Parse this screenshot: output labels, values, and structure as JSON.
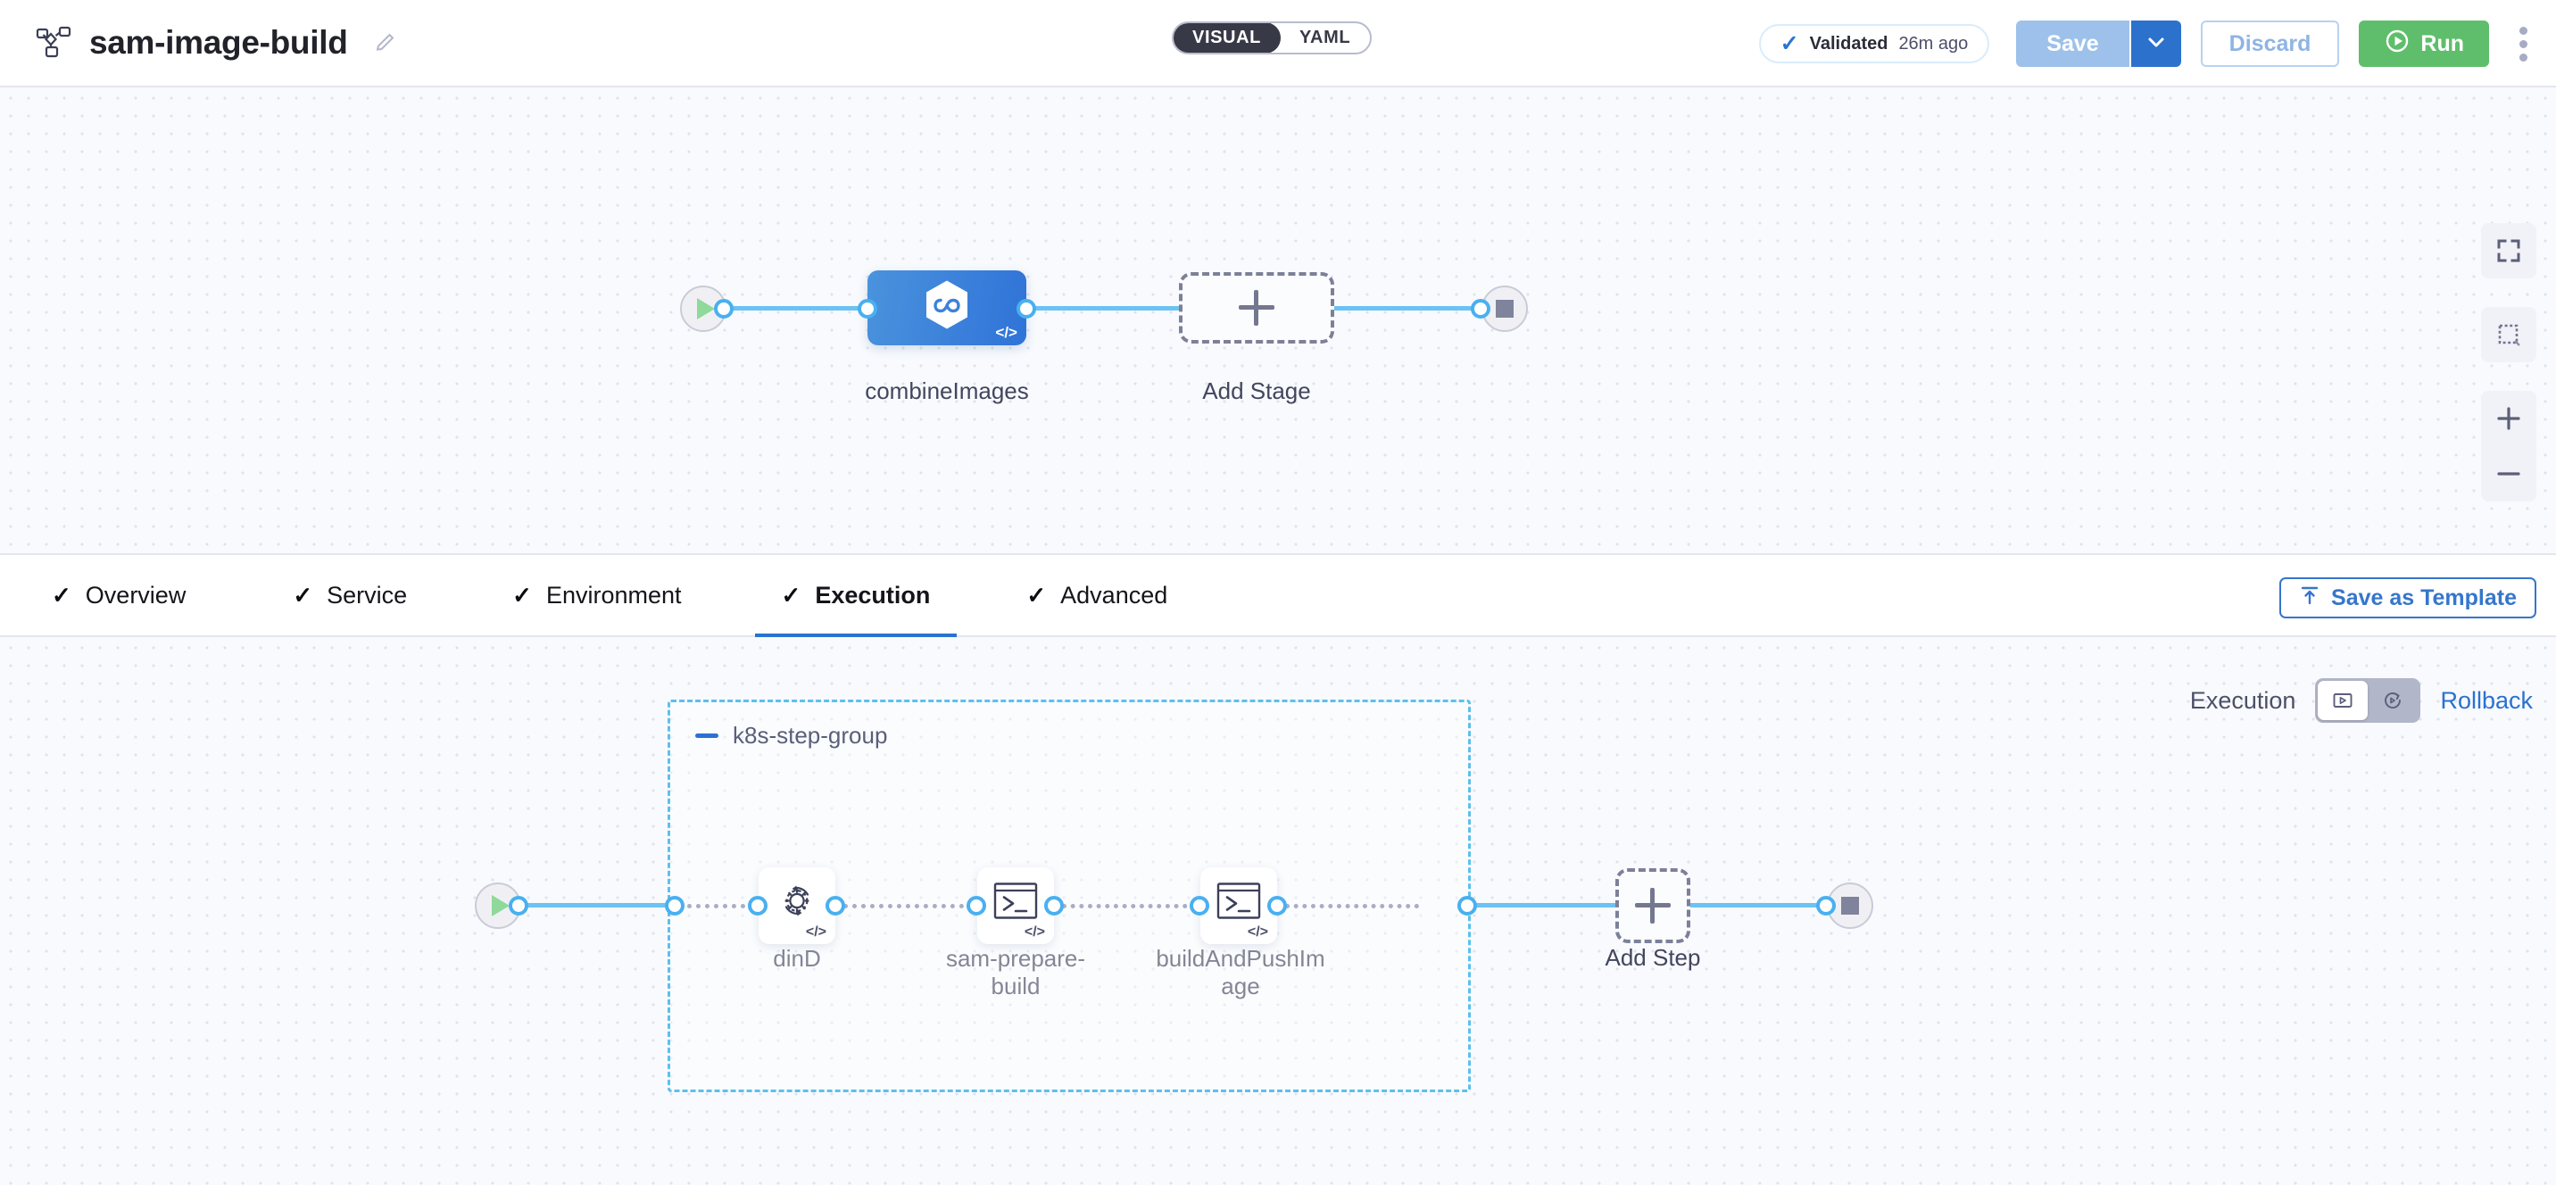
{
  "header": {
    "pipeline_icon": "pipeline-nodes-icon",
    "title": "sam-image-build",
    "edit_icon": "pencil-icon",
    "view_toggle": {
      "visual": "VISUAL",
      "yaml": "YAML",
      "selected": "VISUAL"
    },
    "validated": {
      "check_icon": "check-icon",
      "label": "Validated",
      "time": "26m ago"
    },
    "save_label": "Save",
    "save_caret_icon": "chevron-down-icon",
    "discard_label": "Discard",
    "run_label": "Run",
    "run_icon": "play-circle-icon",
    "more_icon": "kebab-menu-icon"
  },
  "stage_canvas": {
    "start_icon": "play-icon",
    "end_icon": "stop-icon",
    "stage": {
      "label": "combineImages",
      "icon": "harness-hexagon-infinity-icon",
      "code_badge": "</>"
    },
    "add_stage": {
      "label": "Add Stage",
      "icon": "plus-icon"
    }
  },
  "zoom_controls": [
    {
      "name": "fit-to-screen-icon"
    },
    {
      "name": "zoom-to-selection-icon"
    },
    {
      "name": "zoom-in-icon"
    },
    {
      "name": "zoom-out-icon"
    }
  ],
  "tabs": [
    {
      "label": "Overview",
      "check": "✓",
      "active": false
    },
    {
      "label": "Service",
      "check": "✓",
      "active": false
    },
    {
      "label": "Environment",
      "check": "✓",
      "active": false
    },
    {
      "label": "Execution",
      "check": "✓",
      "active": true
    },
    {
      "label": "Advanced",
      "check": "✓",
      "active": false
    }
  ],
  "save_as_template": {
    "label": "Save as Template",
    "icon": "upload-template-icon"
  },
  "execution_toggle": {
    "label": "Execution",
    "execution_icon": "execution-play-box-icon",
    "rollback_icon": "rollback-clock-icon",
    "selected": "execution",
    "rollback_link": "Rollback"
  },
  "step_canvas": {
    "start_icon": "play-icon",
    "end_icon": "stop-icon",
    "group": {
      "title": "k8s-step-group",
      "collapse_icon": "minus-icon"
    },
    "steps": [
      {
        "label": "dinD",
        "icon": "gear-rotate-icon",
        "code_badge": "</>"
      },
      {
        "label": "sam-prepare-build",
        "label_line1": "sam-prepare-",
        "label_line2": "build",
        "icon": "terminal-icon",
        "code_badge": "</>"
      },
      {
        "label": "buildAndPushImage",
        "label_line1": "buildAndPushIm",
        "label_line2": "age",
        "icon": "terminal-icon",
        "code_badge": "</>"
      }
    ],
    "add_step": {
      "label": "Add Step",
      "icon": "plus-icon"
    }
  },
  "colors": {
    "accent_blue": "#2a72ce",
    "edge_blue": "#6cc2f2",
    "run_green": "#5fbe6b",
    "stage_blue": "#3b82d9",
    "group_border": "#5cc0ec"
  }
}
